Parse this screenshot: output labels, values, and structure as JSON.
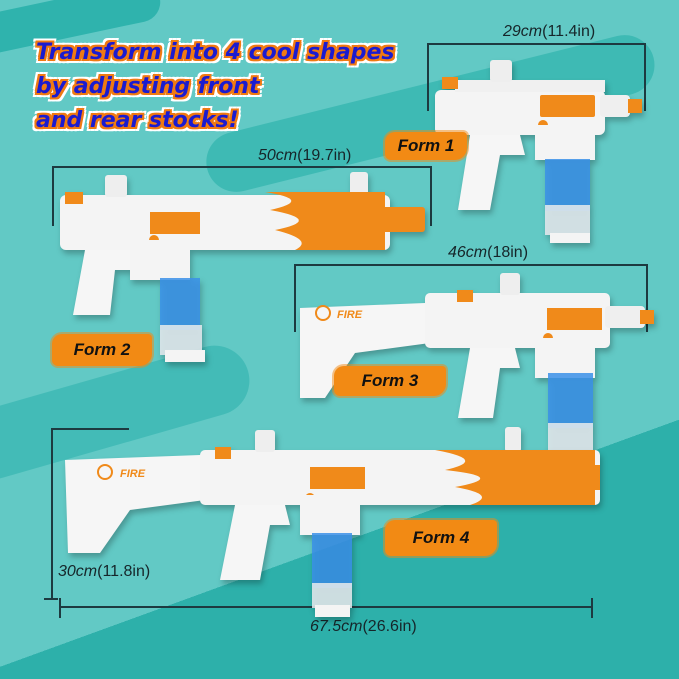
{
  "headline": {
    "lines": [
      "Transform into 4 cool shapes",
      "by adjusting front",
      "and rear stocks!"
    ]
  },
  "colors": {
    "background": "#62c9c5",
    "background_dark": "#2fb3ad",
    "headline_text": "#1b1bd0",
    "headline_outline": "#f07a12",
    "accent_orange": "#f28a14",
    "magazine_blue": "#3a8fe8",
    "gun_white": "#f4f4f4"
  },
  "forms": [
    {
      "label": "Form 1",
      "length_cm": "29cm",
      "length_in": "(11.4in)"
    },
    {
      "label": "Form 2",
      "length_cm": "50cm",
      "length_in": "(19.7in)"
    },
    {
      "label": "Form 3",
      "length_cm": "46cm",
      "length_in": "(18in)"
    },
    {
      "label": "Form 4",
      "length_cm": "67.5cm",
      "length_in": "(26.6in)",
      "height_cm": "30cm",
      "height_in": "(11.8in)"
    }
  ],
  "brand": {
    "logo_text": "FIRE"
  }
}
